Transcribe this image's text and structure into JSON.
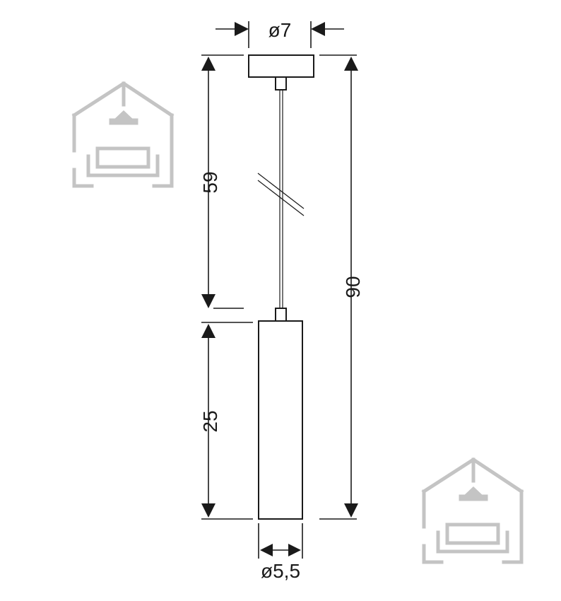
{
  "dimensions": {
    "canopy_diameter": "ø7",
    "cable_length": "59",
    "total_height": "90",
    "shade_height": "25",
    "shade_diameter": "ø5,5"
  },
  "colors": {
    "line": "#1a1a1a",
    "watermark": "#c4c4c4",
    "background": "#ffffff"
  },
  "icons": {
    "watermark": "house-with-lamp-and-sofa-icon"
  }
}
